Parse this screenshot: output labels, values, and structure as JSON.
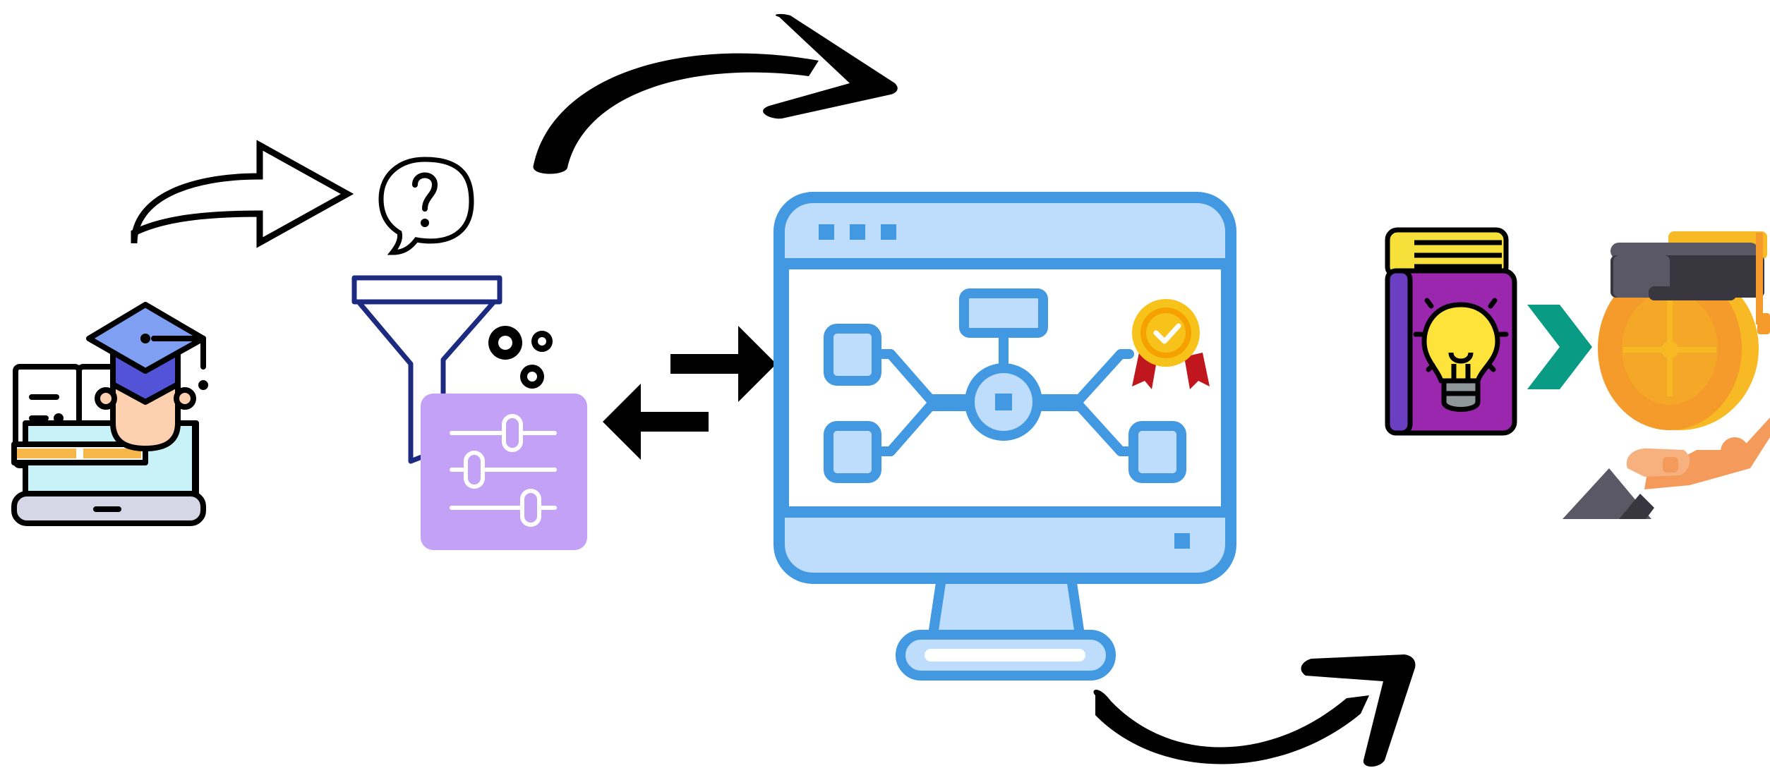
{
  "diagram": {
    "nodes": [
      {
        "id": "student",
        "icon": "student-laptop-icon"
      },
      {
        "id": "query",
        "icon": "question-bubble-icon"
      },
      {
        "id": "filter",
        "icon": "filter-funnel-icon"
      },
      {
        "id": "settings",
        "icon": "settings-sliders-icon"
      },
      {
        "id": "monitor",
        "icon": "monitor-flowchart-icon"
      },
      {
        "id": "award",
        "icon": "award-badge-icon"
      },
      {
        "id": "knowledge-book",
        "icon": "idea-book-icon"
      },
      {
        "id": "chevron",
        "icon": "chevron-right-icon"
      },
      {
        "id": "graduation-reward",
        "icon": "graduation-coin-hand-icon"
      }
    ],
    "colors": {
      "stroke": "#000000",
      "monitor_blue": "#4299e1",
      "monitor_light": "#bedcfb",
      "settings_purple": "#c3a1f7",
      "book_purple": "#9b27af",
      "coin_orange": "#f49b2b",
      "chevron_teal": "#0a9b84",
      "student_navy": "#1c2b80"
    }
  }
}
